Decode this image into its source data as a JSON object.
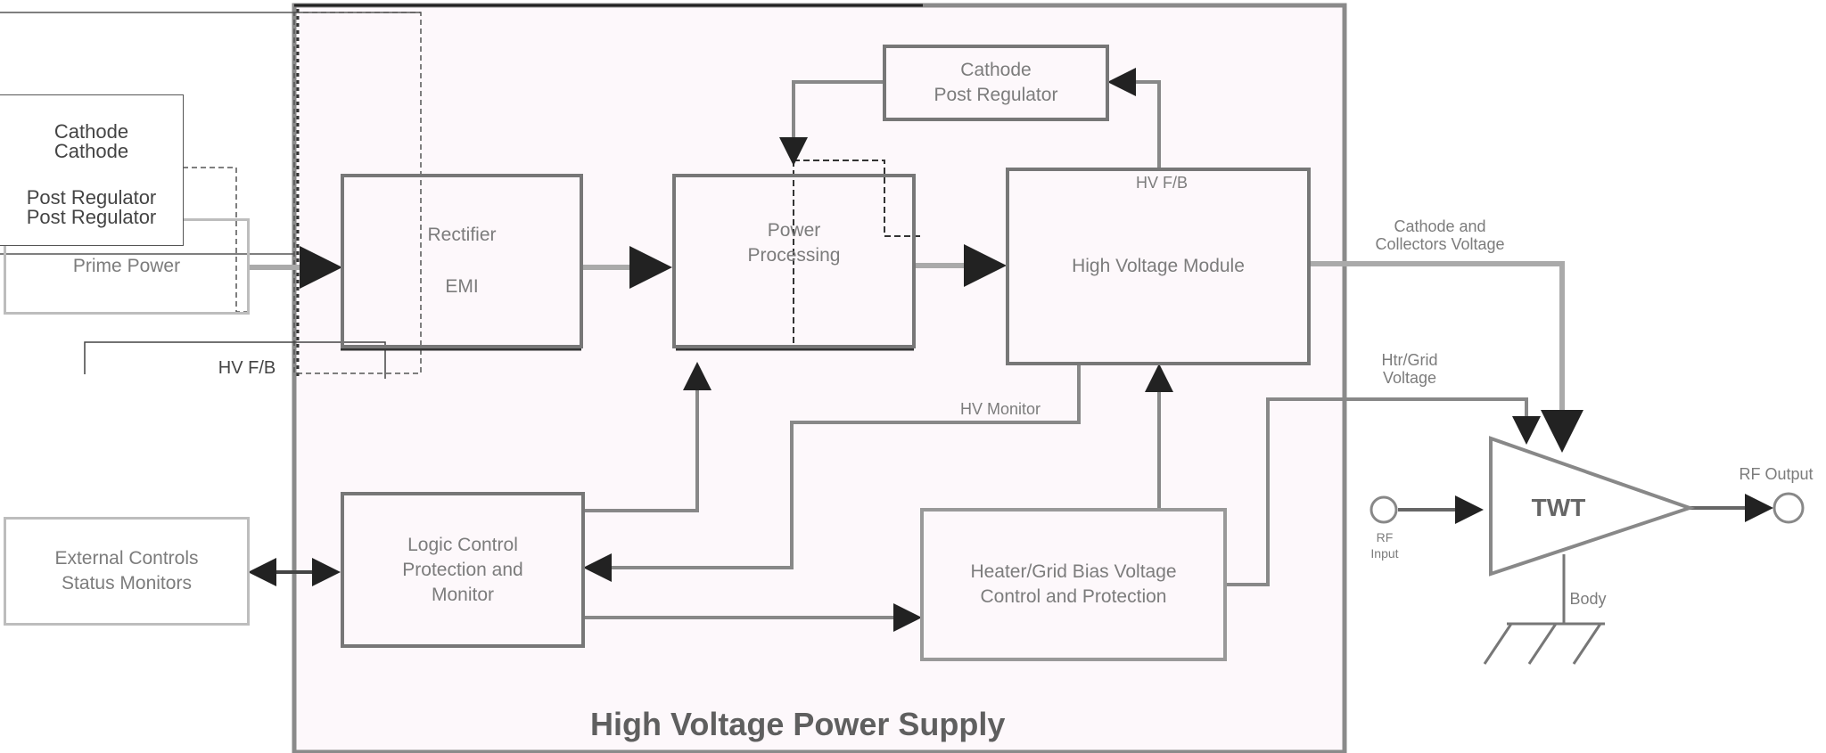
{
  "diagram": {
    "title": "High Voltage Power Supply",
    "blocks": {
      "prime_power": "Prime Power",
      "rectifier_line1": "Rectifier",
      "rectifier_line2": "EMI",
      "power_processing_line1": "Power",
      "power_processing_line2": "Processing",
      "hv_module": "High Voltage Module",
      "cathode_post_reg_line1": "Cathode",
      "cathode_post_reg_line2": "Post Regulator",
      "ext_cathode_line1": "Cathode",
      "ext_cathode_line2": "Post Regulator",
      "external_controls_line1": "External Controls",
      "external_controls_line2": "Status Monitors",
      "logic_control_line1": "Logic Control",
      "logic_control_line2": "Protection and",
      "logic_control_line3": "Monitor",
      "heater_grid_line1": "Heater/Grid Bias Voltage",
      "heater_grid_line2": "Control and Protection",
      "twt": "TWT"
    },
    "labels": {
      "hv_fb_top": "HV F/B",
      "hv_fb_left": "HV F/B",
      "hv_monitor": "HV Monitor",
      "cathode_collector_line1": "Cathode and",
      "cathode_collector_line2": "Collectors Voltage",
      "heater_grid_line1": "Htr/Grid",
      "heater_grid_line2": "Voltage",
      "rf_input_line1": "RF",
      "rf_input_line2": "Input",
      "rf_output": "RF Output",
      "body": "Body"
    },
    "colors": {
      "frame": "#8a8a8a",
      "frame_fill": "#fdf8fb",
      "block_border": "#777777",
      "text": "#7c7c7c",
      "title_text": "#5f5f5f"
    }
  }
}
